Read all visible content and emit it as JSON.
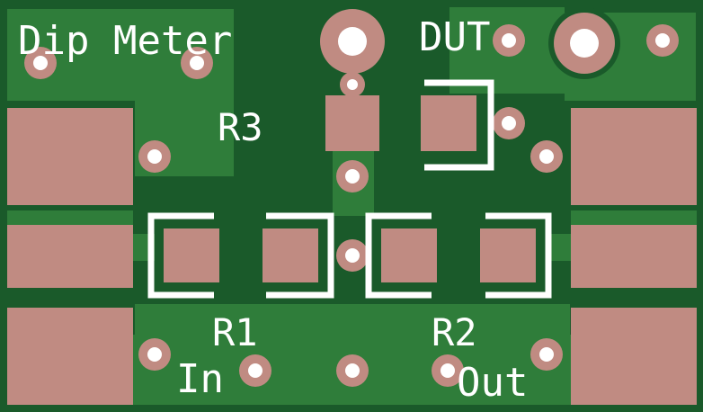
{
  "labels": {
    "title": "Dip Meter",
    "dut": "DUT",
    "r3": "R3",
    "r1": "R1",
    "r2": "R2",
    "in": "In",
    "out": "Out"
  },
  "colors": {
    "board_dark": "#1a5a2a",
    "copper_pour": "#2f7d3a",
    "pad": "#c08b82",
    "silkscreen": "#ffffff"
  }
}
